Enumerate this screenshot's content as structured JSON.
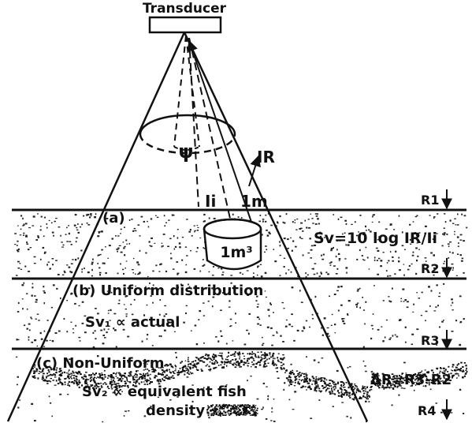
{
  "diagram": {
    "transducer_label": "Transducer",
    "beam_angle_symbol": "ψ",
    "reflected_intensity_label": "IR",
    "incident_intensity_label": "Ii",
    "volume_side_label": "1m",
    "volume_label": "1m³",
    "layer_a_label": "(a)",
    "sv_formula": "Sv=10 log IR/Ii",
    "layer_b_label": "(b) Uniform distribution",
    "sv1_label": "Sv₁ ∝ actual",
    "layer_c_label": "(c) Non-Uniform",
    "sv2_label_line1": "Sv₂ ∝ equivalent fish",
    "sv2_label_line2": "density",
    "delta_r_label": "ΔR=R3-R2",
    "range_labels": {
      "r1": "R1",
      "r2": "R2",
      "r3": "R3",
      "r4": "R4"
    }
  }
}
